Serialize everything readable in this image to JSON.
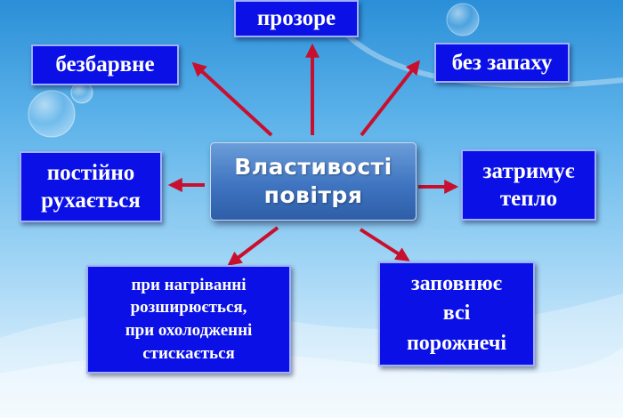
{
  "center": {
    "lines": [
      "Властивості",
      "повітря"
    ]
  },
  "properties": {
    "prozore": {
      "lines": [
        "прозоре"
      ]
    },
    "bezbarvne": {
      "lines": [
        "безбарвне"
      ]
    },
    "bez_zapakhu": {
      "lines": [
        "без запаху"
      ]
    },
    "postiino": {
      "lines": [
        "постійно",
        "рухається"
      ]
    },
    "zatrymuie": {
      "lines": [
        "затримує",
        "тепло"
      ]
    },
    "nahrivanni": {
      "lines": [
        "при нагріванні",
        "розширюється,",
        "при охолодженні",
        "стискається"
      ]
    },
    "zapovniuie": {
      "lines": [
        "заповнює",
        "всі",
        "порожнечі"
      ]
    }
  },
  "colors": {
    "box_fill": "#0a10e6",
    "arrow": "#c8102e",
    "center_fill": "#3f74c0"
  }
}
